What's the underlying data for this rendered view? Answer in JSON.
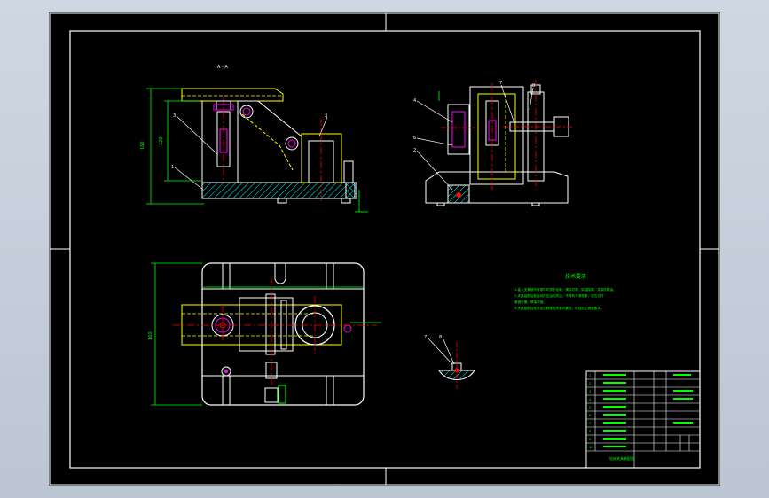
{
  "drawing": {
    "background": "#000000",
    "frame_color": "#ffffff",
    "line_colors": {
      "outline": "#ffffff",
      "dimension": "#00ff00",
      "centerline": "#ff0000",
      "hidden": "#ffff00",
      "hatch": "#00ffff",
      "cyan": "#00ffff",
      "magenta": "#ff00ff",
      "note": "#00ff00"
    },
    "views": {
      "front": {
        "section_label": "A - A"
      },
      "plan": {},
      "side": {},
      "detail": {}
    },
    "balloons": {
      "front": [
        "3",
        "3",
        "1"
      ],
      "side": [
        "4",
        "6",
        "2",
        "7",
        "8"
      ],
      "detail": [
        "7",
        "8"
      ]
    },
    "tech_notes": {
      "title": "技术要求",
      "lines": [
        "1.装入夹具前所有零件均须去毛刺，清除切屑，除油除锈，并涂防锈油。",
        "2.夹具装配后各运动件应运动灵活，不得有卡滞现象，定位元件",
        "  紧固可靠，联接牢固。",
        "3.夹具装配后检查定位精度及夹紧可靠性，保证加工精度要求。"
      ]
    },
    "title_block": {
      "rows": [
        "1",
        "2",
        "3",
        "4",
        "5",
        "6",
        "7",
        "8",
        "9",
        "10"
      ],
      "title": "钻床夹具装配图"
    }
  }
}
